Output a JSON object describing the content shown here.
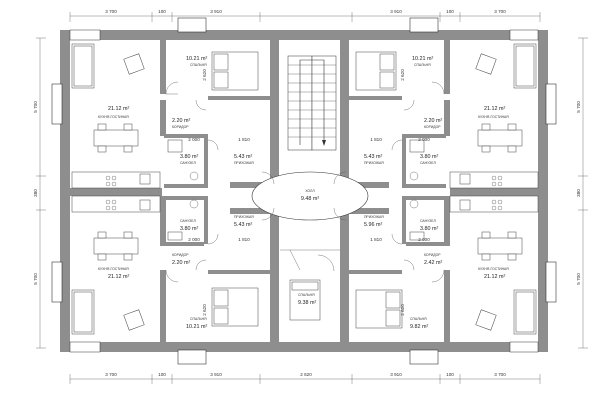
{
  "dimensions": {
    "top": [
      "3 700",
      "100",
      "3 910",
      "3 910",
      "100",
      "3 700"
    ],
    "bottom": [
      "3 700",
      "100",
      "3 910",
      "2 620",
      "3 910",
      "100",
      "3 700"
    ],
    "left": [
      "5 700",
      "380",
      "5 700"
    ],
    "right": [
      "5 700",
      "380",
      "5 700"
    ]
  },
  "rooms": {
    "tl_bedroom": {
      "area": "10.21 m²",
      "label": "СПАЛЬНЯ"
    },
    "tl_living": {
      "area": "21.12 m²",
      "label": "КУХНЯ-ГОСТИНАЯ"
    },
    "tl_hall": {
      "area": "2.20 m²",
      "label": "КОРИДОР"
    },
    "tl_bath": {
      "area": "3.80 m²",
      "label": "САНУЗЕЛ"
    },
    "tl_entry": {
      "area": "5.43 m²",
      "label": "ПРИХОЖАЯ"
    },
    "tr_bedroom": {
      "area": "10.21 m²",
      "label": "СПАЛЬНЯ"
    },
    "tr_living": {
      "area": "21.12 m²",
      "label": "КУХНЯ-ГОСТИНАЯ"
    },
    "tr_hall": {
      "area": "2.20 m²",
      "label": "КОРИДОР"
    },
    "tr_bath": {
      "area": "3.80 m²",
      "label": "САНУЗЕЛ"
    },
    "tr_entry": {
      "area": "5.43 m²",
      "label": "ПРИХОЖАЯ"
    },
    "stair": {
      "area": "9.48 m²",
      "label": "ХОЛЛ"
    },
    "bl_living": {
      "area": "21.12 m²",
      "label": "КУХНЯ-ГОСТИНАЯ"
    },
    "bl_hall": {
      "area": "2.20 m²",
      "label": "КОРИДОР"
    },
    "bl_bath": {
      "area": "3.80 m²",
      "label": "САНУЗЕЛ"
    },
    "bl_entry": {
      "area": "5.43 m²",
      "label": "ПРИХОЖАЯ"
    },
    "bl_bedroom": {
      "area": "10.21 m²",
      "label": "СПАЛЬНЯ"
    },
    "bc_bedroom": {
      "area": "9.38 m²",
      "label": "СПАЛЬНЯ"
    },
    "br_bedroom": {
      "area": "9.82 m²",
      "label": "СПАЛЬНЯ"
    },
    "br_living": {
      "area": "21.12 m²",
      "label": "КУХНЯ-ГОСТИНАЯ"
    },
    "br_hall": {
      "area": "2.42 m²",
      "label": "КОРИДОР"
    },
    "br_bath": {
      "area": "3.80 m²",
      "label": "САНУЗЕЛ"
    },
    "br_entry": {
      "area": "5.96 m²",
      "label": "ПРИХОЖАЯ"
    }
  },
  "inner_dims": {
    "tl_a": "2 000",
    "tl_b": "1 810",
    "tr_a": "2 000",
    "tr_b": "1 810",
    "bl_a": "2 000",
    "bl_b": "1 810",
    "br_a": "2 000",
    "br_b": "1 810",
    "tl_v": "2 620",
    "tr_v": "2 620",
    "bl_v": "2 620",
    "br_v": "2 620"
  }
}
